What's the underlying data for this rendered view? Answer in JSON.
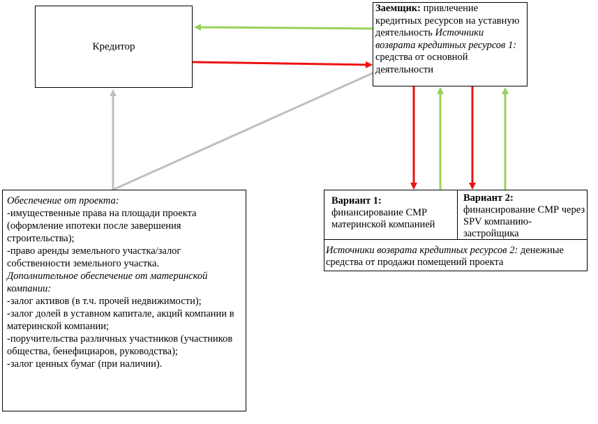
{
  "creditor": {
    "label": "Кредитор"
  },
  "borrower": {
    "title": "Заемщик:",
    "purpose": "привлечение кредитных ресурсов на уставную деятельность",
    "repayment_label": "Источники возврата кредитных ресурсов 1:",
    "repayment_value": "средства от основной деятельности"
  },
  "variant1": {
    "title": "Вариант 1:",
    "description": "финансирование СМР материнской компанией"
  },
  "variant2": {
    "title": "Вариант 2:",
    "description": "финансирование СМР через SPV компанию-застройщика"
  },
  "repayment2": {
    "label": "Источники возврата кредитных ресурсов 2:",
    "value": "денежные средства от продажи помещений проекта"
  },
  "collateral": {
    "project_heading": "Обеспечение от проекта:",
    "project_items": [
      "-имущественные права на площади проекта (оформление ипотеки после  завершения строительства);",
      "-право аренды земельного участка/залог собственности земельного участка."
    ],
    "parent_heading": "Дополнительное обеспечение от материнской компании:",
    "parent_items": [
      "-залог активов (в т.ч. прочей недвижимости);",
      "-залог долей в уставном капитале, акций компании в материнской компании;",
      "-поручительства различных участников (участников общества, бенефициаров, руководства);",
      "-залог ценных бумаг (при наличии)."
    ]
  },
  "colors": {
    "funding_arrow": "#ee1111",
    "repayment_arrow": "#99d15a",
    "collateral_arrow": "#bfbfbf"
  }
}
